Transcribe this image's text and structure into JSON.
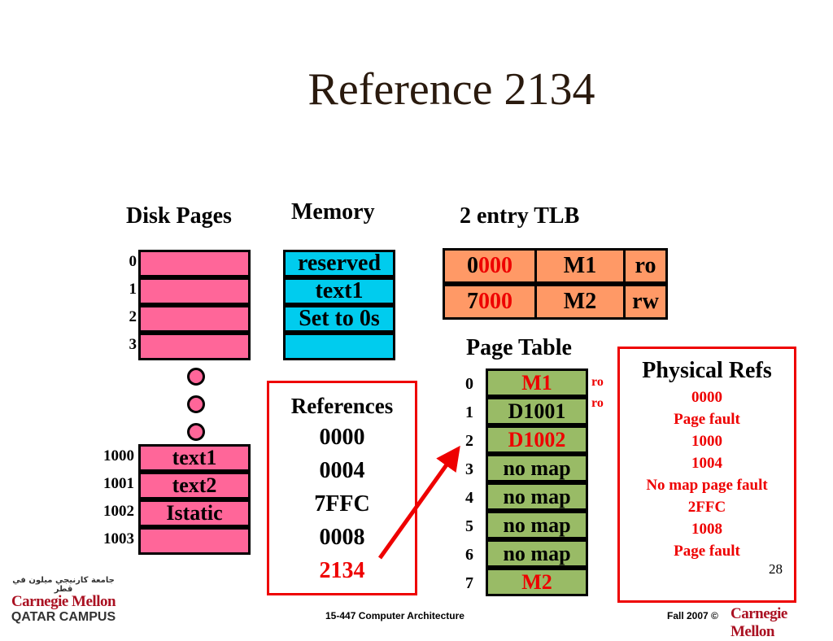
{
  "title": "Reference 2134",
  "headers": {
    "disk": "Disk Pages",
    "memory": "Memory",
    "tlb": "2 entry TLB",
    "page_table": "Page Table",
    "physical": "Physical Refs",
    "references": "References"
  },
  "disk": {
    "top_labels": [
      "0",
      "1",
      "2",
      "3"
    ],
    "top_cells": [
      "",
      "",
      "",
      ""
    ],
    "bottom_labels": [
      "1000",
      "1001",
      "1002",
      "1003"
    ],
    "bottom_cells": [
      "text1",
      "text2",
      "Istatic",
      ""
    ]
  },
  "memory": [
    "reserved",
    "text1",
    "Set to 0s",
    ""
  ],
  "tlb": [
    {
      "vpn_prefix": "0",
      "vpn_rest": "000",
      "ppn": "M1",
      "perm": "ro"
    },
    {
      "vpn_prefix": "7",
      "vpn_rest": "000",
      "ppn": "M2",
      "perm": "rw"
    }
  ],
  "page_table": {
    "indices": [
      "0",
      "1",
      "2",
      "3",
      "4",
      "5",
      "6",
      "7"
    ],
    "entries": [
      "M1",
      "D1001",
      "D1002",
      "no map",
      "no map",
      "no map",
      "no map",
      "M2"
    ],
    "perms": [
      "ro",
      "ro"
    ]
  },
  "references": [
    "0000",
    "0004",
    "7FFC",
    "0008",
    "2134"
  ],
  "physical_refs": [
    "0000",
    "Page fault",
    "1000",
    "1004",
    "No map page fault",
    "2FFC",
    "1008",
    "Page fault"
  ],
  "slide_number": "28",
  "footer": {
    "course": "15-447  Computer Architecture",
    "term": "Fall 2007 ©",
    "brand": "Carnegie Mellon"
  },
  "logo": {
    "arabic": "جامعة كارنيجي ميلون في قطر",
    "name": "Carnegie Mellon",
    "campus": "QATAR CAMPUS"
  },
  "colors": {
    "accent_red": "#ee0000",
    "disk_pink": "#ff6699",
    "memory_cyan": "#00ccee",
    "tlb_orange": "#ff9966",
    "pt_green": "#99bb66"
  }
}
